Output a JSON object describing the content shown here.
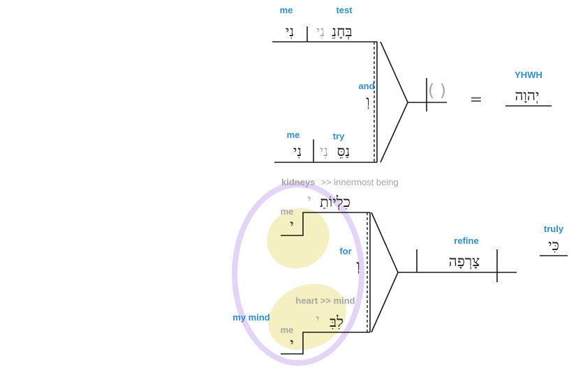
{
  "clause1": {
    "subject": {
      "gloss": "YHWH",
      "hebrew": "יְהוָה"
    },
    "equals": "=",
    "implied": "( )",
    "conj": {
      "gloss": "and",
      "hebrew": "וְ"
    },
    "upper": {
      "gloss_verb": "test",
      "verb": "בְּחָנֵ",
      "suffix_grey": "נִי",
      "gloss_obj": "me",
      "obj": "נִי"
    },
    "lower": {
      "gloss_verb": "try",
      "verb": "נַסֵּ",
      "suffix_grey": "נִי",
      "gloss_obj": "me",
      "obj": "נִי"
    }
  },
  "clause2": {
    "conj": {
      "gloss": "truly",
      "hebrew": "כִּי"
    },
    "verb": {
      "gloss": "refine",
      "hebrew": "צָרְפָה"
    },
    "and": {
      "gloss": "for",
      "hebrew": "וְ"
    },
    "kidneys": {
      "bold": "kidneys",
      "rest": ">> innermost being",
      "hebrew": "כִלְיוֹתַ",
      "suffix_grey": "י",
      "gloss_me": "me",
      "me": "י"
    },
    "heart": {
      "label": "heart >> mind",
      "hebrew": "לִבִּ",
      "suffix_grey": "י",
      "gloss_me": "me",
      "me": "י"
    },
    "group_label": "my mind"
  },
  "colors": {
    "gloss": "#2b8fd6",
    "grey": "#a6a6a6",
    "highlight": "#f5f0c2",
    "oval": "#e4d4f7"
  }
}
